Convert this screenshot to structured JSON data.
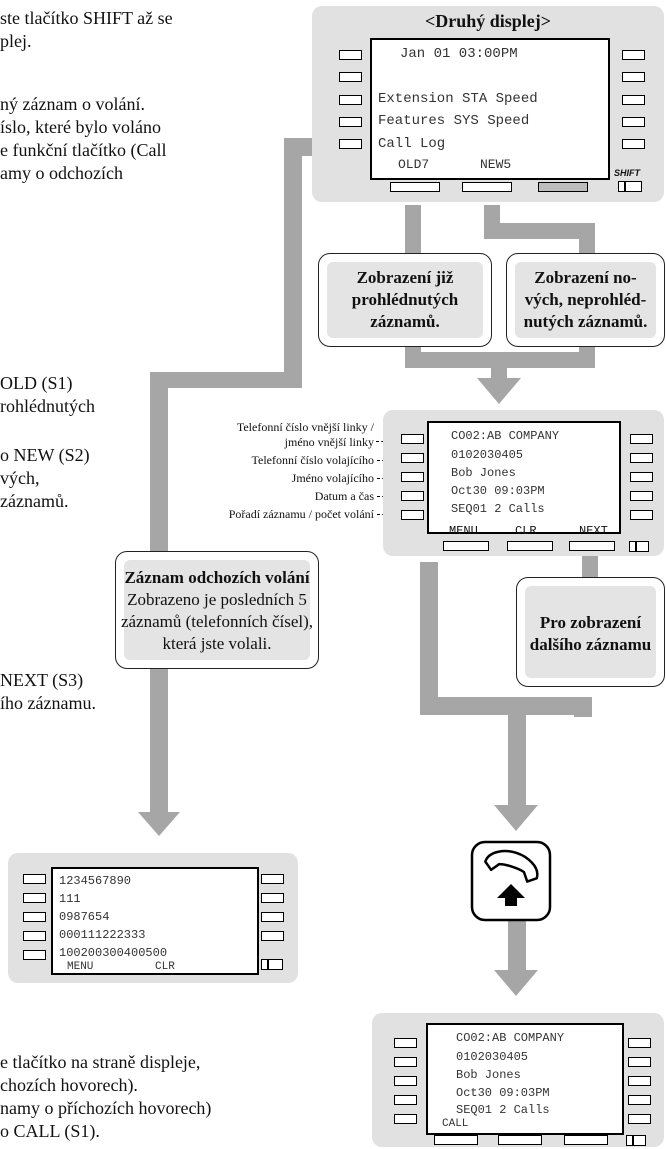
{
  "left_text": {
    "para1": [
      "ste tlačítko SHIFT až se",
      "plej."
    ],
    "para2": [
      "ný záznam o volání.",
      "íslo, které bylo voláno",
      "e funkční tlačítko (Call",
      "amy o odchozích"
    ],
    "para3": [
      "OLD (S1)",
      "rohlédnutých"
    ],
    "para4": [
      "o NEW (S2)",
      "vých,",
      " záznamů."
    ],
    "para5": [
      "NEXT (S3)",
      "ího záznamu."
    ],
    "para6": [
      "e tlačítko na straně displeje,",
      "chozích hovorech).",
      "namy o příchozích hovorech)",
      "o CALL (S1)."
    ]
  },
  "display_top": {
    "header": "<Druhý displej>",
    "lines": [
      "Jan 01 03:00PM",
      "",
      "Extension  STA Speed",
      "Features   SYS Speed",
      "Call Log"
    ],
    "softkeys": [
      "OLD7",
      "NEW5",
      ""
    ],
    "shift_label": "SHIFT"
  },
  "callout_old": [
    "Zobrazení již",
    "prohlédnutých",
    "záznamů."
  ],
  "callout_new": [
    "Zobrazení no-",
    "vých, neprohléd-",
    "nutých záznamů."
  ],
  "display_middle": {
    "lines": [
      "CO02:AB COMPANY",
      "0102030405",
      "Bob Jones",
      "Oct30 09:03PM",
      "SEQ01 2 Calls"
    ],
    "softkeys": [
      "MENU",
      "CLR",
      "NEXT"
    ]
  },
  "middle_labels": [
    "Telefonní číslo vnější linky /",
    "jméno vnější linky",
    "Telefonní číslo volajícího",
    "Jméno volajícího",
    "Datum a čas",
    "Pořadí záznamu / počet volání"
  ],
  "callout_outgoing": {
    "title": "Záznam odchozích volání",
    "body": [
      "Zobrazeno je posledních 5",
      "záznamů (telefonních čísel),",
      "která jste volali."
    ]
  },
  "callout_next": [
    "Pro zobrazení",
    "dalšího záznamu"
  ],
  "display_outgoing": {
    "lines": [
      "1234567890",
      "111",
      "0987654",
      "000111222333",
      "100200300400500"
    ],
    "softkeys": [
      "MENU",
      "CLR"
    ]
  },
  "display_bottom": {
    "lines": [
      "CO02:AB COMPANY",
      "0102030405",
      "Bob Jones",
      "Oct30 09:03PM",
      "SEQ01 2 Calls"
    ],
    "softkeys": [
      "CALL"
    ]
  },
  "colors": {
    "panel": "#e1e1e1",
    "connector": "#a6a6a6",
    "callout_fill": "#e4e4e4"
  },
  "icons": [
    "phone-offhook-icon"
  ]
}
